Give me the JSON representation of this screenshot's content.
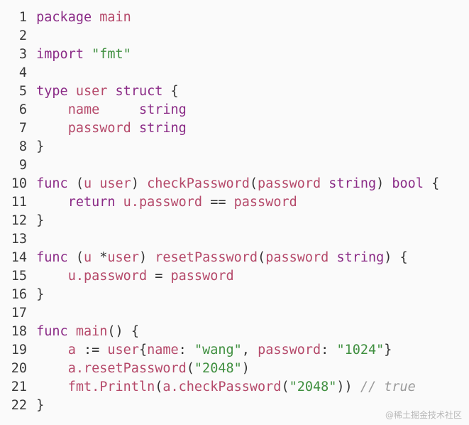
{
  "colors": {
    "background": "#fafafa",
    "keyword": "#8a2a86",
    "identifier": "#b5496a",
    "string": "#3f8f3f",
    "plain": "#333333",
    "comment": "#9a9a9a",
    "line_number": "#3a3a3a"
  },
  "lines": [
    [
      {
        "t": "kw",
        "v": "package"
      },
      {
        "t": "op",
        "v": " "
      },
      {
        "t": "id",
        "v": "main"
      }
    ],
    [],
    [
      {
        "t": "kw",
        "v": "import"
      },
      {
        "t": "op",
        "v": " "
      },
      {
        "t": "str",
        "v": "\"fmt\""
      }
    ],
    [],
    [
      {
        "t": "kw",
        "v": "type"
      },
      {
        "t": "op",
        "v": " "
      },
      {
        "t": "id",
        "v": "user"
      },
      {
        "t": "op",
        "v": " "
      },
      {
        "t": "kw",
        "v": "struct"
      },
      {
        "t": "op",
        "v": " {"
      }
    ],
    [
      {
        "t": "op",
        "v": "    "
      },
      {
        "t": "id",
        "v": "name"
      },
      {
        "t": "op",
        "v": "     "
      },
      {
        "t": "kw",
        "v": "string"
      }
    ],
    [
      {
        "t": "op",
        "v": "    "
      },
      {
        "t": "id",
        "v": "password"
      },
      {
        "t": "op",
        "v": " "
      },
      {
        "t": "kw",
        "v": "string"
      }
    ],
    [
      {
        "t": "op",
        "v": "}"
      }
    ],
    [],
    [
      {
        "t": "kw",
        "v": "func"
      },
      {
        "t": "op",
        "v": " ("
      },
      {
        "t": "id",
        "v": "u"
      },
      {
        "t": "op",
        "v": " "
      },
      {
        "t": "id",
        "v": "user"
      },
      {
        "t": "op",
        "v": ") "
      },
      {
        "t": "id",
        "v": "checkPassword"
      },
      {
        "t": "op",
        "v": "("
      },
      {
        "t": "id",
        "v": "password"
      },
      {
        "t": "op",
        "v": " "
      },
      {
        "t": "kw",
        "v": "string"
      },
      {
        "t": "op",
        "v": ") "
      },
      {
        "t": "kw",
        "v": "bool"
      },
      {
        "t": "op",
        "v": " {"
      }
    ],
    [
      {
        "t": "op",
        "v": "    "
      },
      {
        "t": "kw",
        "v": "return"
      },
      {
        "t": "op",
        "v": " "
      },
      {
        "t": "id",
        "v": "u.password"
      },
      {
        "t": "op",
        "v": " == "
      },
      {
        "t": "id",
        "v": "password"
      }
    ],
    [
      {
        "t": "op",
        "v": "}"
      }
    ],
    [],
    [
      {
        "t": "kw",
        "v": "func"
      },
      {
        "t": "op",
        "v": " ("
      },
      {
        "t": "id",
        "v": "u"
      },
      {
        "t": "op",
        "v": " *"
      },
      {
        "t": "id",
        "v": "user"
      },
      {
        "t": "op",
        "v": ") "
      },
      {
        "t": "id",
        "v": "resetPassword"
      },
      {
        "t": "op",
        "v": "("
      },
      {
        "t": "id",
        "v": "password"
      },
      {
        "t": "op",
        "v": " "
      },
      {
        "t": "kw",
        "v": "string"
      },
      {
        "t": "op",
        "v": ") {"
      }
    ],
    [
      {
        "t": "op",
        "v": "    "
      },
      {
        "t": "id",
        "v": "u.password"
      },
      {
        "t": "op",
        "v": " = "
      },
      {
        "t": "id",
        "v": "password"
      }
    ],
    [
      {
        "t": "op",
        "v": "}"
      }
    ],
    [],
    [
      {
        "t": "kw",
        "v": "func"
      },
      {
        "t": "op",
        "v": " "
      },
      {
        "t": "id",
        "v": "main"
      },
      {
        "t": "op",
        "v": "() {"
      }
    ],
    [
      {
        "t": "op",
        "v": "    "
      },
      {
        "t": "id",
        "v": "a"
      },
      {
        "t": "op",
        "v": " := "
      },
      {
        "t": "id",
        "v": "user"
      },
      {
        "t": "op",
        "v": "{"
      },
      {
        "t": "id",
        "v": "name"
      },
      {
        "t": "op",
        "v": ": "
      },
      {
        "t": "str",
        "v": "\"wang\""
      },
      {
        "t": "op",
        "v": ", "
      },
      {
        "t": "id",
        "v": "password"
      },
      {
        "t": "op",
        "v": ": "
      },
      {
        "t": "str",
        "v": "\"1024\""
      },
      {
        "t": "op",
        "v": "}"
      }
    ],
    [
      {
        "t": "op",
        "v": "    "
      },
      {
        "t": "id",
        "v": "a.resetPassword"
      },
      {
        "t": "op",
        "v": "("
      },
      {
        "t": "str",
        "v": "\"2048\""
      },
      {
        "t": "op",
        "v": ")"
      }
    ],
    [
      {
        "t": "op",
        "v": "    "
      },
      {
        "t": "id",
        "v": "fmt.Println"
      },
      {
        "t": "op",
        "v": "("
      },
      {
        "t": "id",
        "v": "a.checkPassword"
      },
      {
        "t": "op",
        "v": "("
      },
      {
        "t": "str",
        "v": "\"2048\""
      },
      {
        "t": "op",
        "v": ")) "
      },
      {
        "t": "com",
        "v": "// true"
      }
    ],
    [
      {
        "t": "op",
        "v": "}"
      }
    ]
  ],
  "watermark": "@稀土掘金技术社区"
}
